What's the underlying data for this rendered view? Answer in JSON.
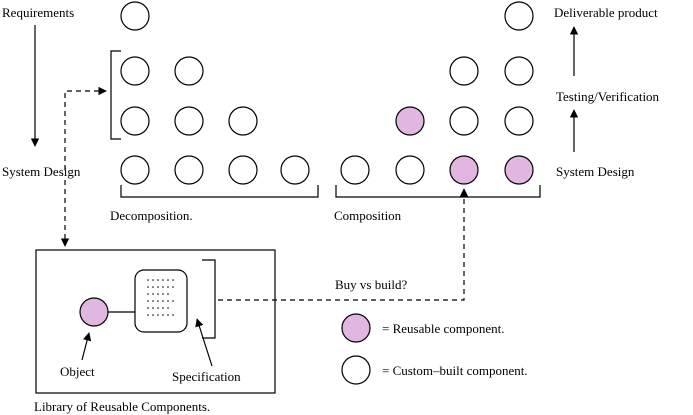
{
  "labels": {
    "requirements": "Requirements",
    "system_design_left": "System Design",
    "decomposition": "Decomposition.",
    "composition": "Composition",
    "deliverable": "Deliverable product",
    "testing": "Testing/Verification",
    "system_design_right": "System Design",
    "buy_vs_build": "Buy vs build?",
    "object": "Object",
    "specification": "Specification",
    "library": "Library of Reusable Components."
  },
  "legend": {
    "reusable": "= Reusable component.",
    "custom": "= Custom–built component."
  },
  "colors": {
    "reusable_fill": "#e1b7e1",
    "custom_fill": "#ffffff",
    "stroke": "#000000"
  }
}
